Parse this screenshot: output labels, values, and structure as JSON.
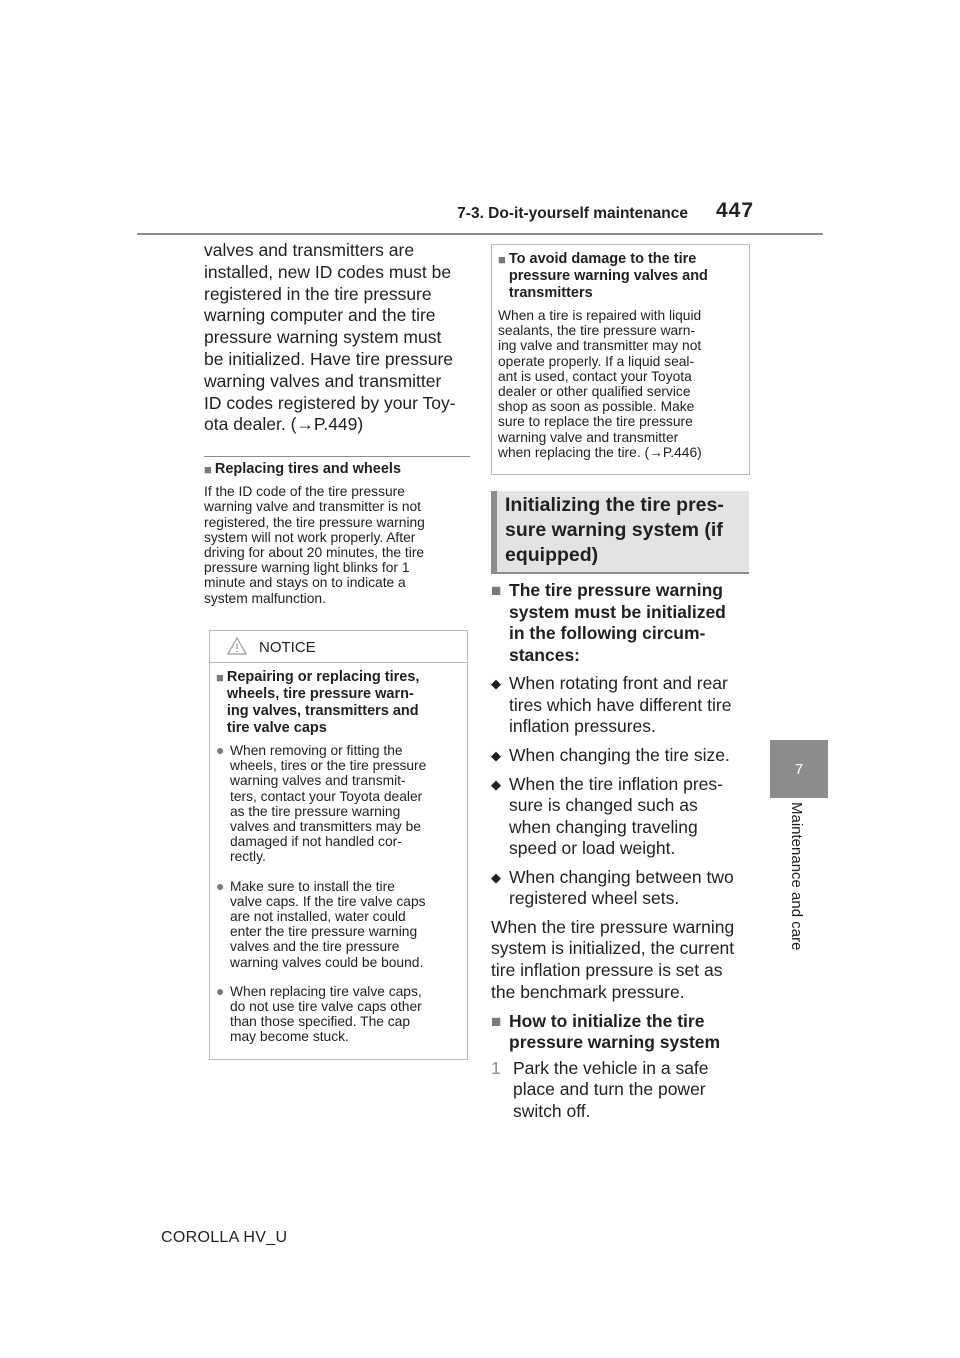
{
  "header": {
    "section_title": "7-3. Do-it-yourself maintenance",
    "page_number": "447"
  },
  "side_tab": {
    "chapter_number": "7",
    "chapter_label": "Maintenance and care"
  },
  "left": {
    "intro_lines": [
      "valves and transmitters are",
      "installed, new ID codes must be",
      "registered in the tire pressure",
      "warning computer and the tire",
      "pressure warning system must",
      "be initialized. Have tire pressure",
      "warning valves and transmitter",
      "ID codes registered by your Toy-",
      "ota dealer. (→P.449)"
    ],
    "replacing_heading": "Replacing tires and wheels",
    "replacing_lines": [
      "If the ID code of the tire pressure",
      "warning valve and transmitter is not",
      "registered, the tire pressure warning",
      "system will not work properly. After",
      "driving for about 20 minutes, the tire",
      "pressure warning light blinks for 1",
      "minute and stays on to indicate a",
      "system malfunction."
    ]
  },
  "notice": {
    "label": "NOTICE",
    "heading_lines": [
      "Repairing or replacing tires,",
      "wheels, tire pressure warn-",
      "ing valves, transmitters and",
      "tire valve caps"
    ],
    "bullets": [
      [
        "When removing or fitting the",
        "wheels, tires or the tire pressure",
        "warning valves and transmit-",
        "ters, contact your Toyota dealer",
        "as the tire pressure warning",
        "valves and transmitters may be",
        "damaged if not handled cor-",
        "rectly."
      ],
      [
        "Make sure to install the tire",
        "valve caps. If the tire valve caps",
        "are not installed, water could",
        "enter the tire pressure warning",
        "valves and the tire pressure",
        "warning valves could be bound."
      ],
      [
        "When replacing tire valve caps,",
        "do not use tire valve caps other",
        "than those specified. The cap",
        "may become stuck."
      ]
    ]
  },
  "right_box": {
    "heading_lines": [
      "To avoid damage to the tire",
      "pressure warning valves and",
      "transmitters"
    ],
    "body_lines": [
      "When a tire is repaired with liquid",
      "sealants, the tire pressure warn-",
      "ing valve and transmitter may not",
      "operate properly. If a liquid seal-",
      "ant is used, contact your Toyota",
      "dealer or other qualified service",
      "shop as soon as possible. Make",
      "sure to replace the tire pressure",
      "warning valve and transmitter",
      "when replacing the tire. (→P.446)"
    ]
  },
  "section_heading_lines": [
    "Initializing the tire pres-",
    "sure warning system (if",
    "equipped)"
  ],
  "right": {
    "must_heading_lines": [
      "The tire pressure warning",
      "system must be initialized",
      "in the following circum-",
      "stances:"
    ],
    "diamonds": [
      [
        "When rotating front and rear",
        "tires which have different tire",
        "inflation pressures."
      ],
      [
        "When changing the tire size."
      ],
      [
        "When the tire inflation pres-",
        "sure is changed such as",
        "when changing traveling",
        "speed or load weight."
      ],
      [
        "When changing between two",
        "registered wheel sets."
      ]
    ],
    "after_lines": [
      "When the tire pressure warning",
      "system is initialized, the current",
      "tire inflation pressure is set as",
      "the benchmark pressure."
    ],
    "how_heading_lines": [
      "How to initialize the tire",
      "pressure warning system"
    ],
    "step_number": "1",
    "step_lines": [
      "Park the vehicle in a safe",
      "place and turn the power",
      "switch off."
    ]
  },
  "footer": {
    "model": "COROLLA HV_U"
  }
}
